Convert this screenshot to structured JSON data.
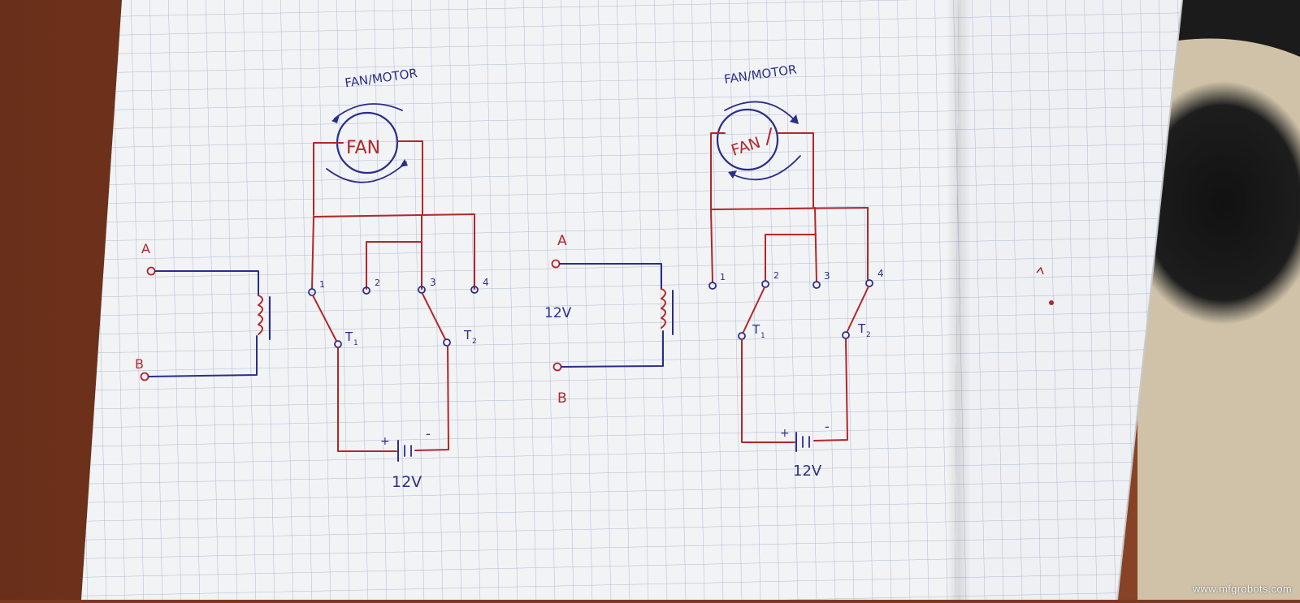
{
  "photo": {
    "subject": "Hand-drawn fan/motor reversing circuit on grid notebook paper",
    "colors": {
      "table": "#7a3a22",
      "paper": "#f2f3f5",
      "grid": "#a9b6cf",
      "red_ink": "#b3262a",
      "blue_ink": "#2c2d8a",
      "cloth_dark": "#1b1b1b",
      "cloth_light": "#cfc2a8"
    }
  },
  "left_diagram": {
    "title": "FAN/MOTOR",
    "fan_label": "FAN",
    "terminal_a": "A",
    "terminal_b": "B",
    "contacts": [
      "1",
      "2",
      "3",
      "4"
    ],
    "switch_1": "T",
    "switch_1_sub": "1",
    "switch_2": "T",
    "switch_2_sub": "2",
    "battery_plus": "+",
    "battery_minus": "-",
    "voltage": "12V"
  },
  "right_diagram": {
    "title": "FAN/MOTOR",
    "fan_label": "FAN",
    "terminal_a": "A",
    "terminal_b": "B",
    "coil_voltage": "12V",
    "contacts": [
      "1",
      "2",
      "3",
      "4"
    ],
    "switch_1": "T",
    "switch_1_sub": "1",
    "switch_2": "T",
    "switch_2_sub": "2",
    "battery_plus": "+",
    "battery_minus": "-",
    "voltage": "12V"
  },
  "watermark": "www.mfgrobots.com"
}
